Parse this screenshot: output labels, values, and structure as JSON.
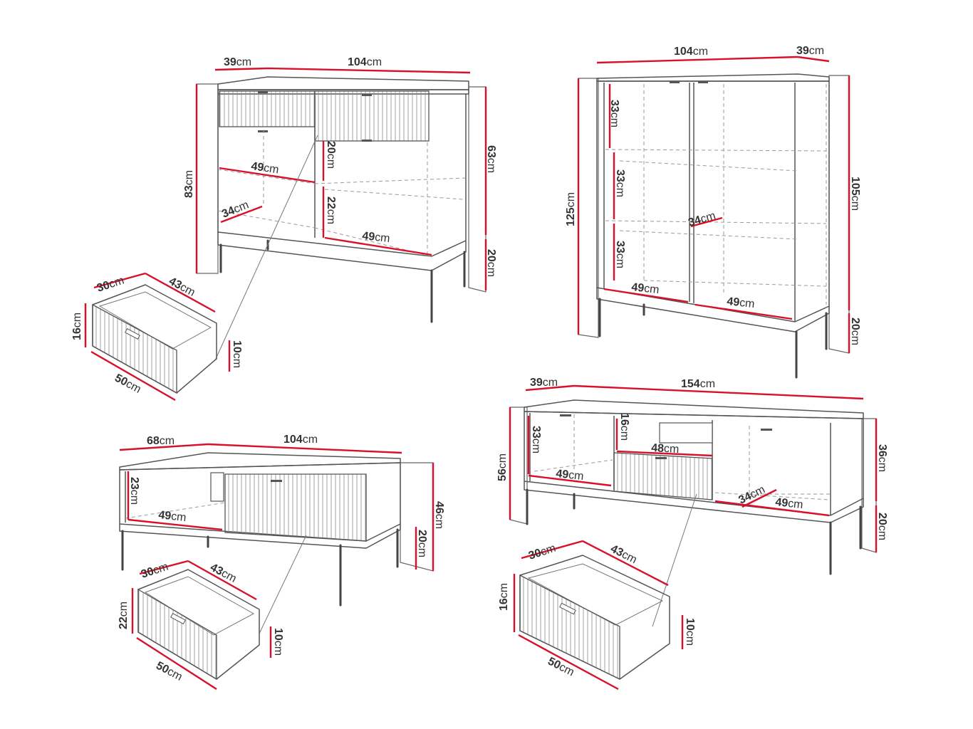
{
  "diagram": {
    "colors": {
      "dimension_line": "#d8102a",
      "outline": "#555555",
      "text": "#333333",
      "background": "#ffffff"
    },
    "furniture": [
      {
        "id": "chest-of-drawers",
        "labels": {
          "depth": "39",
          "width": "104",
          "total_height": "83",
          "body_height": "63",
          "leg_height": "20",
          "shelf_width_left": "49",
          "shelf_depth_left": "34",
          "shelf_width_right": "49",
          "compartment_top": "20",
          "compartment_bottom": "22"
        },
        "drawer": {
          "depth": "30",
          "inner_width": "43",
          "height": "16",
          "width": "50",
          "inner_height": "10"
        }
      },
      {
        "id": "display-cabinet",
        "labels": {
          "width": "104",
          "depth": "39",
          "total_height": "125",
          "body_height": "105",
          "leg_height": "20",
          "shelf_height_1": "33",
          "shelf_height_2": "33",
          "shelf_height_3": "33",
          "shelf_depth": "34",
          "shelf_width_left": "49",
          "shelf_width_right": "49"
        }
      },
      {
        "id": "coffee-table",
        "labels": {
          "depth": "68",
          "width": "104",
          "total_height": "46",
          "leg_height": "20",
          "shelf_height": "23",
          "shelf_width": "49"
        },
        "drawer": {
          "depth": "30",
          "inner_width": "43",
          "height": "22",
          "width": "50",
          "inner_height": "10"
        }
      },
      {
        "id": "tv-stand",
        "labels": {
          "depth": "39",
          "width": "154",
          "total_height": "56",
          "body_height": "36",
          "leg_height": "20",
          "left_shelf_height": "33",
          "left_shelf_width": "49",
          "niche_height": "16",
          "niche_width": "48",
          "right_shelf_depth": "34",
          "right_shelf_width": "49"
        },
        "drawer": {
          "depth": "30",
          "inner_width": "43",
          "height": "16",
          "width": "50",
          "inner_height": "10"
        }
      }
    ],
    "unit": "cm"
  }
}
